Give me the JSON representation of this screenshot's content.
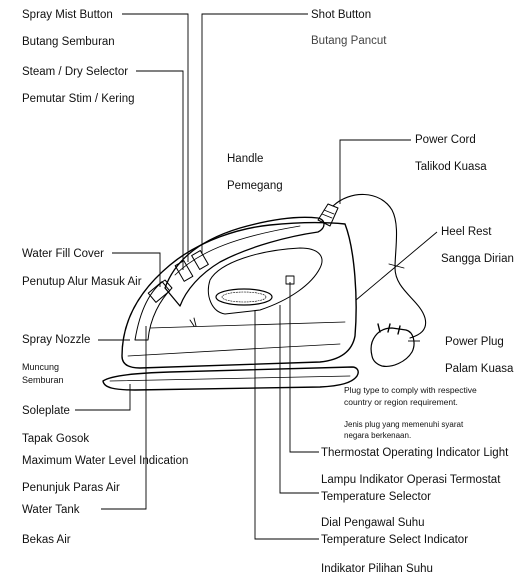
{
  "labels": {
    "spray_mist_button": "Spray Mist Button",
    "butang_semburan": "Butang Semburan",
    "steam_dry_selector": "Steam / Dry Selector",
    "pemutar_stim": "Pemutar Stim / Kering",
    "shot_button": "Shot Button",
    "butang_pancut": "Butang Pancut",
    "power_cord": "Power Cord",
    "talikod_kuasa": "Talikod Kuasa",
    "handle": "Handle",
    "pemegang": "Pemegang",
    "heel_rest": "Heel Rest",
    "sangga_dirian": "Sangga Dirian",
    "water_fill_cover": "Water Fill Cover",
    "penutup_alur": "Penutup Alur Masuk Air",
    "power_plug": "Power Plug",
    "palam_kuasa": "Palam Kuasa",
    "spray_nozzle": "Spray Nozzle",
    "muncung": "Muncung",
    "semburan": "Semburan",
    "soleplate": "Soleplate",
    "tapak_gosok": "Tapak Gosok",
    "max_water_level": "Maximum Water Level Indication",
    "penunjuk_paras": "Penunjuk Paras Air",
    "water_tank": "Water Tank",
    "bekas_air": "Bekas Air",
    "thermostat_light": "Thermostat Operating Indicator Light",
    "lampu_indikator": "Lampu Indikator Operasi Termostat",
    "temperature_selector": "Temperature Selector",
    "dial_pengawal": "Dial Pengawal Suhu",
    "temp_select_indicator": "Temperature Select Indicator",
    "indikator_pilihan": "Indikator Pilihan Suhu"
  },
  "notes": {
    "plug_en_1": "Plug type to comply with respective",
    "plug_en_2": "country or region requirement.",
    "plug_ms_1": "Jenis plug yang memenuhi syarat",
    "plug_ms_2": "negara berkenaan."
  }
}
